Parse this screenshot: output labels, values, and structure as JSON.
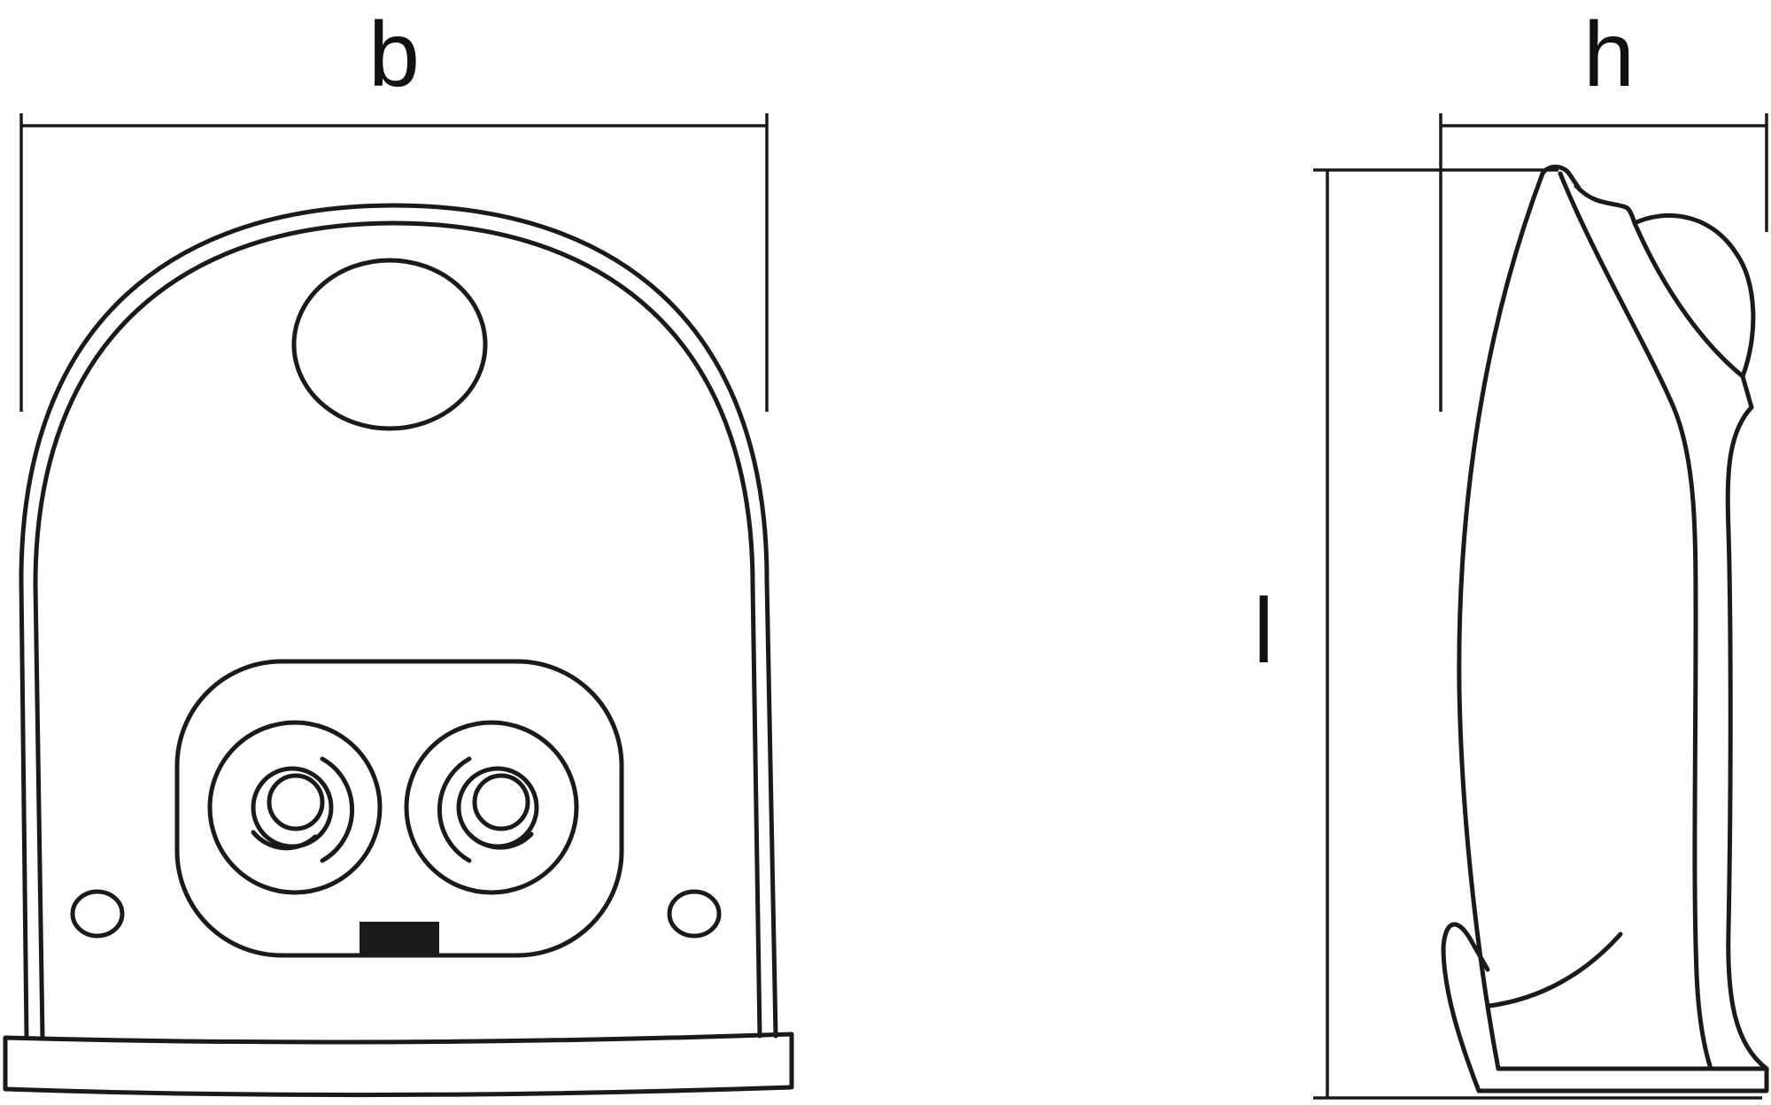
{
  "dimension_labels": {
    "width": "b",
    "height": "h",
    "length": "l"
  },
  "colors": {
    "line": "#1a1a1a",
    "background": "#ffffff"
  }
}
